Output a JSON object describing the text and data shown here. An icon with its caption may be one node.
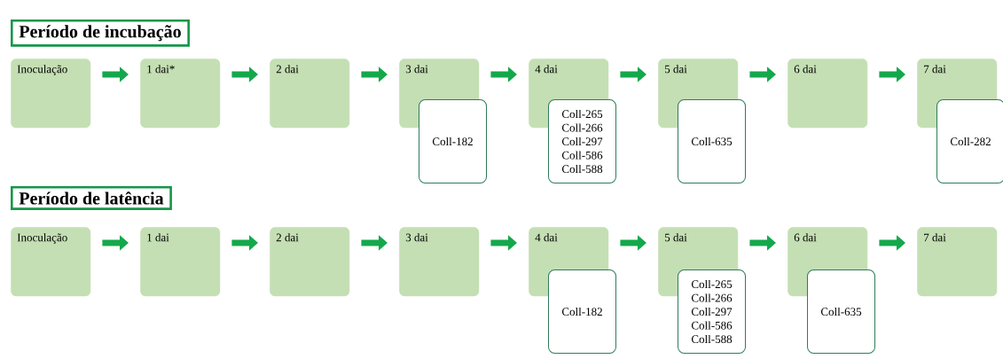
{
  "diagram": {
    "nodes": [
      {
        "text": [
          "Período de incubação"
        ]
      },
      {
        "text": [
          "Inoculação"
        ]
      },
      {
        "text": [
          "1 dai*"
        ]
      },
      {
        "text": [
          "2 dai"
        ]
      },
      {
        "text": [
          "3 dai"
        ]
      },
      {
        "text": [
          "Coll-182"
        ]
      },
      {
        "text": [
          "4 dai"
        ]
      },
      {
        "text": [
          "Coll-265 Coll-266 Coll-297 Coll-586 Coll-588"
        ]
      },
      {
        "text": [
          "5 dai"
        ]
      },
      {
        "text": [
          "Coll-635"
        ]
      },
      {
        "text": [
          "6 dai"
        ]
      },
      {
        "text": [
          "7 dai"
        ]
      },
      {
        "text": [
          "Coll-282"
        ]
      },
      {
        "text": [
          "Período de latência"
        ]
      },
      {
        "text": [
          "Inoculação"
        ]
      },
      {
        "text": [
          "1 dai"
        ]
      },
      {
        "text": [
          "2 dai"
        ]
      },
      {
        "text": [
          "3 dai"
        ]
      },
      {
        "text": [
          "4 dai"
        ]
      },
      {
        "text": [
          "Coll-182"
        ]
      },
      {
        "text": [
          "5 dai"
        ]
      },
      {
        "text": [
          "Coll-265 Coll-266 Coll-297 Coll-586 Coll-588"
        ]
      },
      {
        "text": [
          "6 dai"
        ]
      },
      {
        "text": [
          "Coll-635"
        ]
      },
      {
        "text": [
          "7 dai"
        ]
      }
    ],
    "edges": [
      {
        "from": 1,
        "to": 2,
        "arrow": "to"
      },
      {
        "from": 2,
        "to": 3,
        "arrow": "to"
      },
      {
        "from": 3,
        "to": 4,
        "arrow": "to"
      },
      {
        "from": 4,
        "to": 6,
        "arrow": "to"
      },
      {
        "from": 6,
        "to": 8,
        "arrow": "to"
      },
      {
        "from": 8,
        "to": 10,
        "arrow": "to"
      },
      {
        "from": 10,
        "to": 11,
        "arrow": "to"
      },
      {
        "from": 14,
        "to": 15,
        "arrow": "to"
      },
      {
        "from": 15,
        "to": 16,
        "arrow": "to"
      },
      {
        "from": 16,
        "to": 17,
        "arrow": "to"
      },
      {
        "from": 17,
        "to": 18,
        "arrow": "to"
      },
      {
        "from": 18,
        "to": 20,
        "arrow": "to"
      },
      {
        "from": 20,
        "to": 22,
        "arrow": "to"
      },
      {
        "from": 22,
        "to": 24,
        "arrow": "to"
      }
    ]
  }
}
